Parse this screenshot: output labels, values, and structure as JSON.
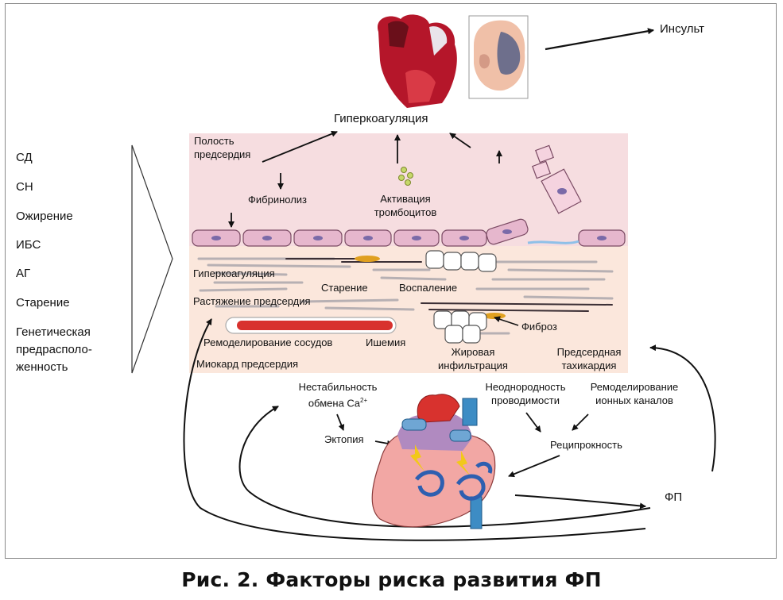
{
  "risk_factors": [
    "СД",
    "СН",
    "Ожирение",
    "ИБС",
    "АГ",
    "Старение",
    "Генетическая",
    "предрасполо-",
    "женность"
  ],
  "top": {
    "stroke_label": "Инсульт",
    "hypercoag_title": "Гиперкоагуляция"
  },
  "atrium_cavity": {
    "cavity_line1": "Полость",
    "cavity_line2": "предсердия",
    "fibrinolysis": "Фибринолиз",
    "platelet_line1": "Активация",
    "platelet_line2": "тромбоцитов"
  },
  "myocardium": {
    "hypercoag": "Гиперкоагуляция",
    "aging": "Старение",
    "inflammation": "Воспаление",
    "stretch": "Растяжение предсердия",
    "fibrosis": "Фиброз",
    "vessel_remodel": "Ремоделирование сосудов",
    "ischemia": "Ишемия",
    "fat_line1": "Жировая",
    "fat_line2": "инфильтрация",
    "tachy_line1": "Предсердная",
    "tachy_line2": "тахикардия",
    "atrial_myocardium": "Миокард предсердия"
  },
  "mechanisms": {
    "ca_line1": "Нестабильность",
    "ca_line2": "обмена Ca",
    "ca_sup": "2+",
    "ectopy": "Эктопия",
    "cond_line1": "Неоднородность",
    "cond_line2": "проводимости",
    "ion_line1": "Ремоделирование",
    "ion_line2": "ионных каналов",
    "reentry": "Реципрокность",
    "af": "ФП"
  },
  "caption": "Рис. 2. Факторы риска развития ФП"
}
